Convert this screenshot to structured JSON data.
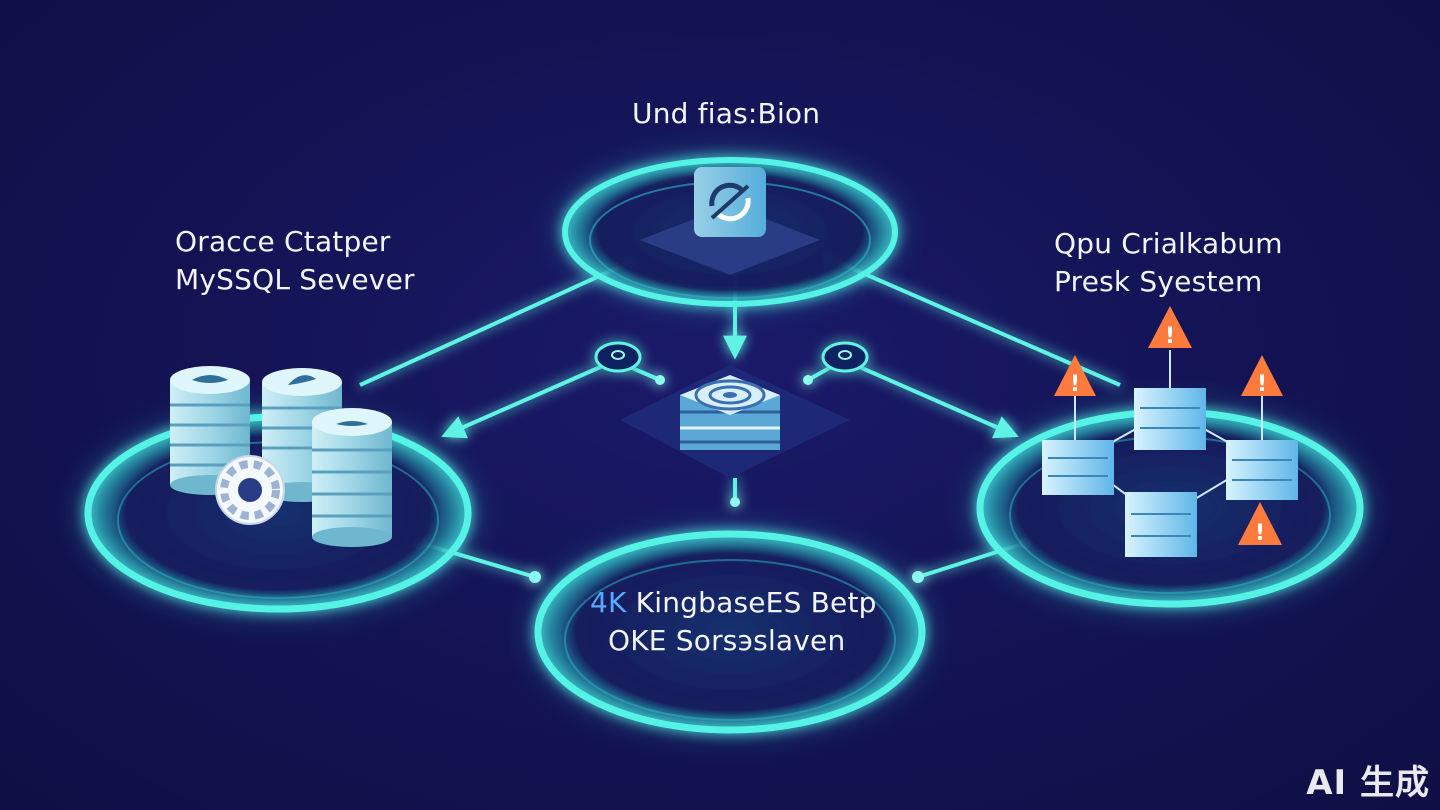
{
  "nodes": {
    "top": {
      "title": "Und fias:Bion",
      "icon": "sync-icon"
    },
    "left": {
      "line1": "Oracce Ctatper",
      "line2": "MySSQL Sevever",
      "icon": "database-cluster-icon"
    },
    "right": {
      "line1": "Qpu Crialkabum",
      "line2": "Presk Syestem",
      "icon": "server-network-icon"
    },
    "bottom": {
      "prefix": "4K",
      "line1_rest": " KingbaseES Betp",
      "line2": "OKE Sorsэslaven"
    },
    "center": {
      "icon": "target-stack-icon"
    }
  },
  "colors": {
    "background": "#141457",
    "ring_glow": "#3ff0e6",
    "accent_blue": "#5aa9ff",
    "warning": "#ff7a3d"
  },
  "watermark": "AI 生成"
}
